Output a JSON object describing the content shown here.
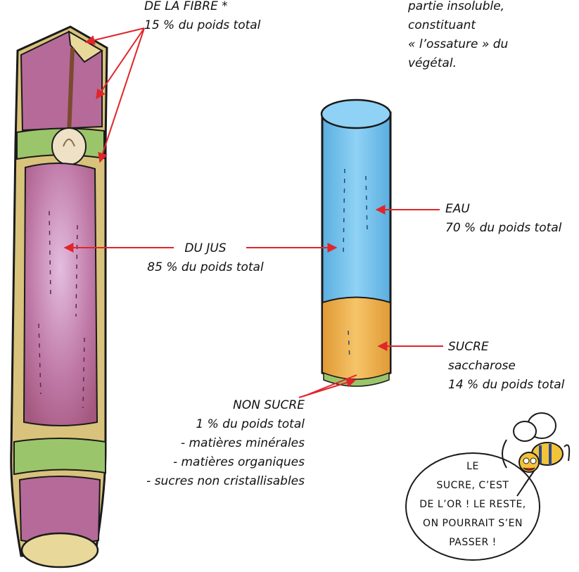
{
  "labels": {
    "fibre_title": "DE LA FIBRE *",
    "fibre_pct": "15 % du poids total",
    "fibre_note": [
      "partie insoluble,",
      "constituant",
      "« l’ossature » du",
      "végétal."
    ],
    "jus_title": "DU JUS",
    "jus_pct": "85 % du poids total",
    "eau_title": "EAU",
    "eau_pct": "70 % du poids total",
    "sucre_title": "SUCRE",
    "sucre_sub": "saccharose",
    "sucre_pct": "14 % du poids total",
    "non_sucre_title": "NON SUCRE",
    "non_sucre_lines": [
      "1 % du poids total",
      "- matières minérales",
      "- matières organiques",
      "- sucres non cristallisables"
    ]
  },
  "bubble_lines": [
    "LE",
    "SUCRE, C’EST",
    "DE L’OR ! LE RESTE,",
    "ON POURRAIT S’EN",
    "PASSER !"
  ],
  "colors": {
    "cane_purple": "#b66a9a",
    "cane_yellow": "#d8c27c",
    "cane_node_green": "#9bc56a",
    "water_blue": "#7cc4ee",
    "sugar_orange": "#eeb14a",
    "arrow_red": "#e0262b"
  },
  "icons": [
    "sugarcane-illustration",
    "juice-cylinder-illustration",
    "bee-icon"
  ]
}
